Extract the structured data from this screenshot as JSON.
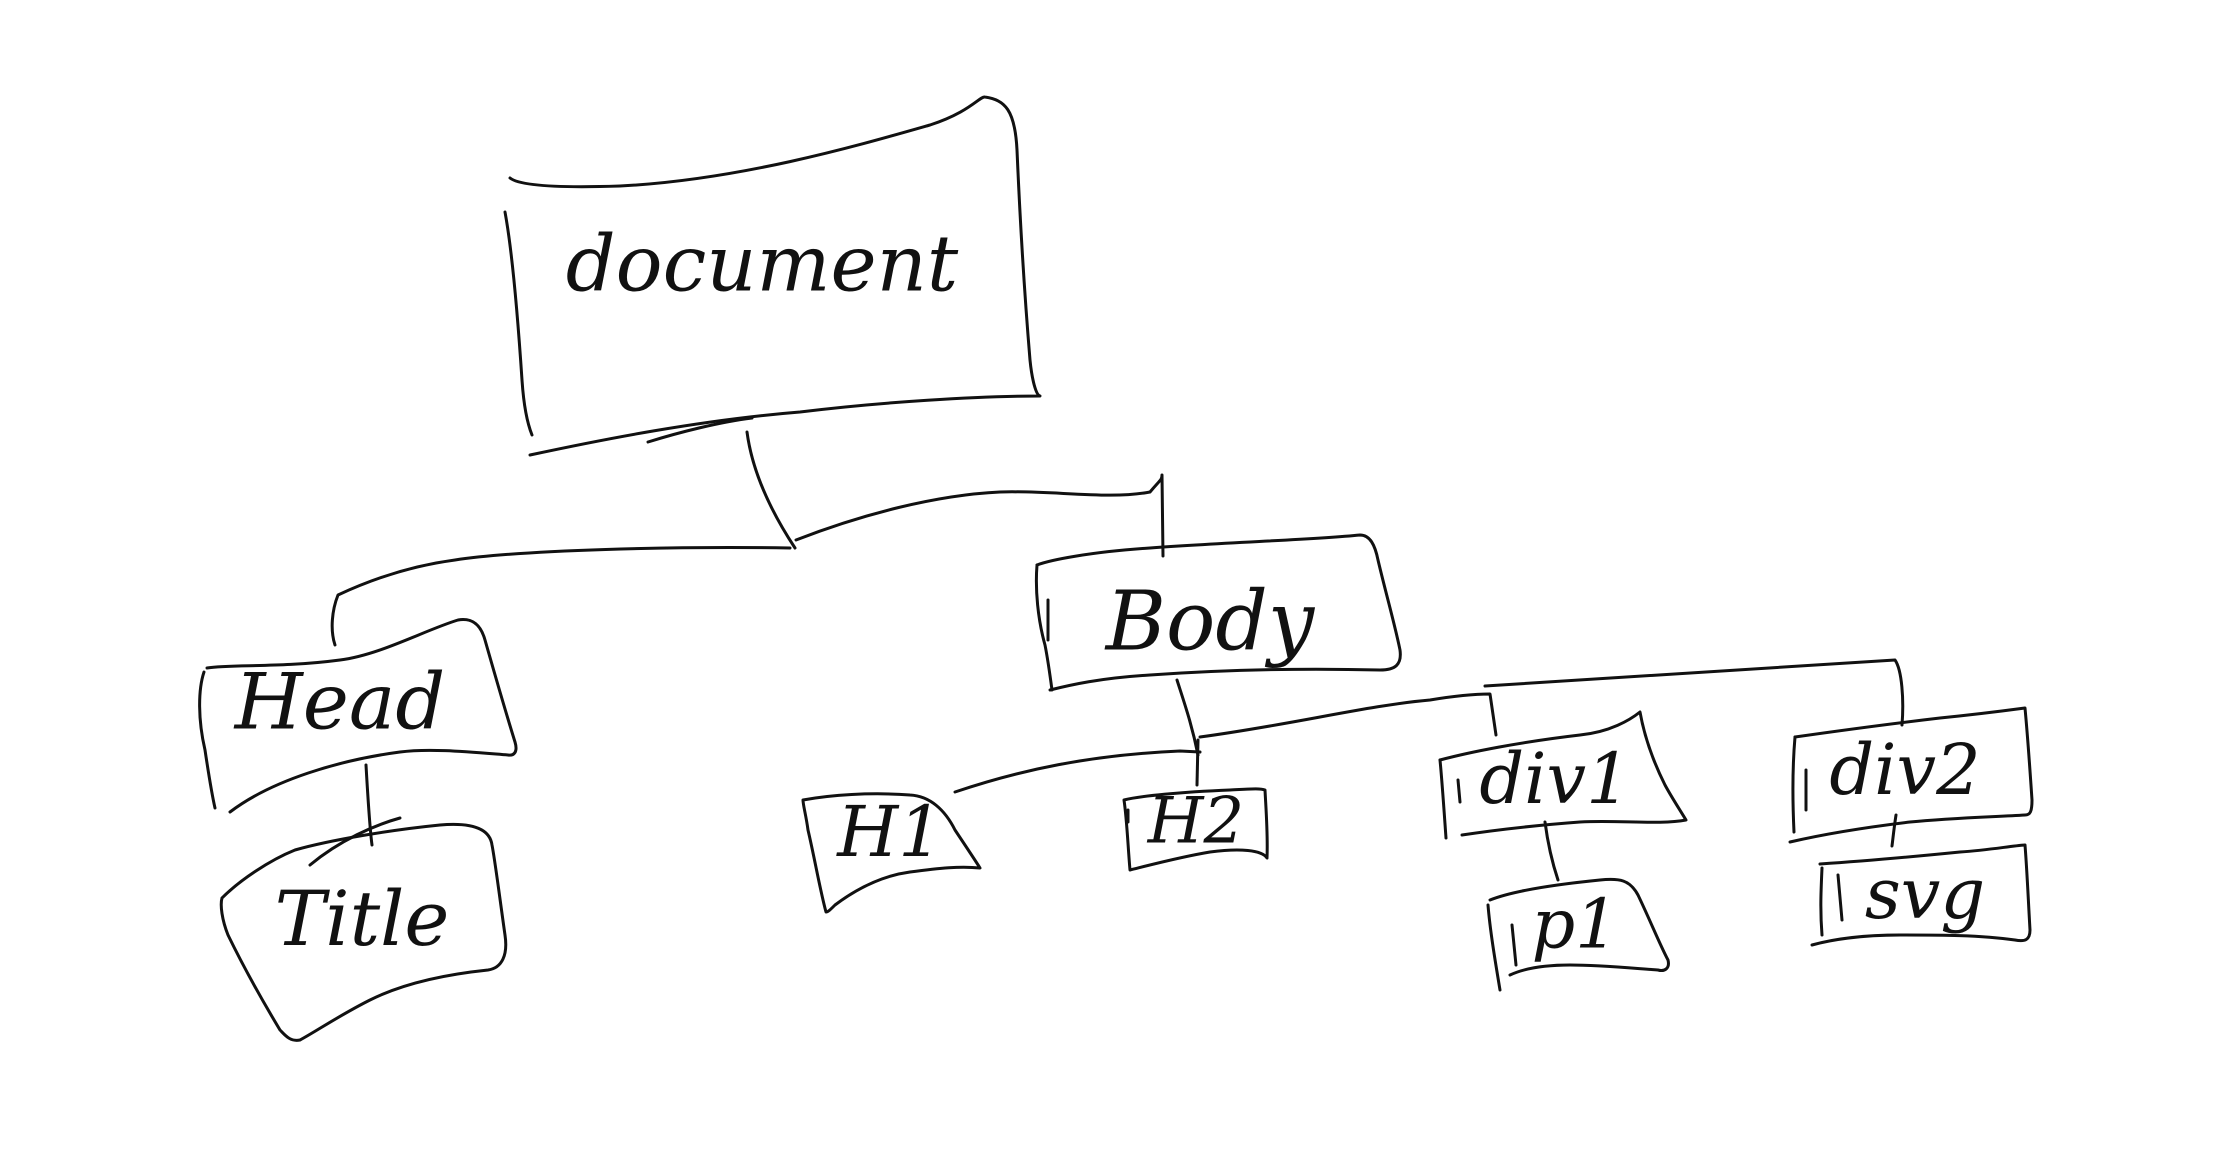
{
  "diagram": {
    "background": "#ffffff",
    "ink": "#111111",
    "nodes": {
      "document": "document",
      "head": "Head",
      "title": "Title",
      "body": "Body",
      "h1": "H1",
      "h2": "H2",
      "div1": "div1",
      "div2": "div2",
      "p1": "p1",
      "svg": "svg"
    },
    "edges": [
      [
        "document",
        "head"
      ],
      [
        "document",
        "body"
      ],
      [
        "head",
        "title"
      ],
      [
        "body",
        "h1"
      ],
      [
        "body",
        "h2"
      ],
      [
        "body",
        "div1"
      ],
      [
        "body",
        "div2"
      ],
      [
        "div1",
        "p1"
      ],
      [
        "div2",
        "svg"
      ]
    ]
  }
}
